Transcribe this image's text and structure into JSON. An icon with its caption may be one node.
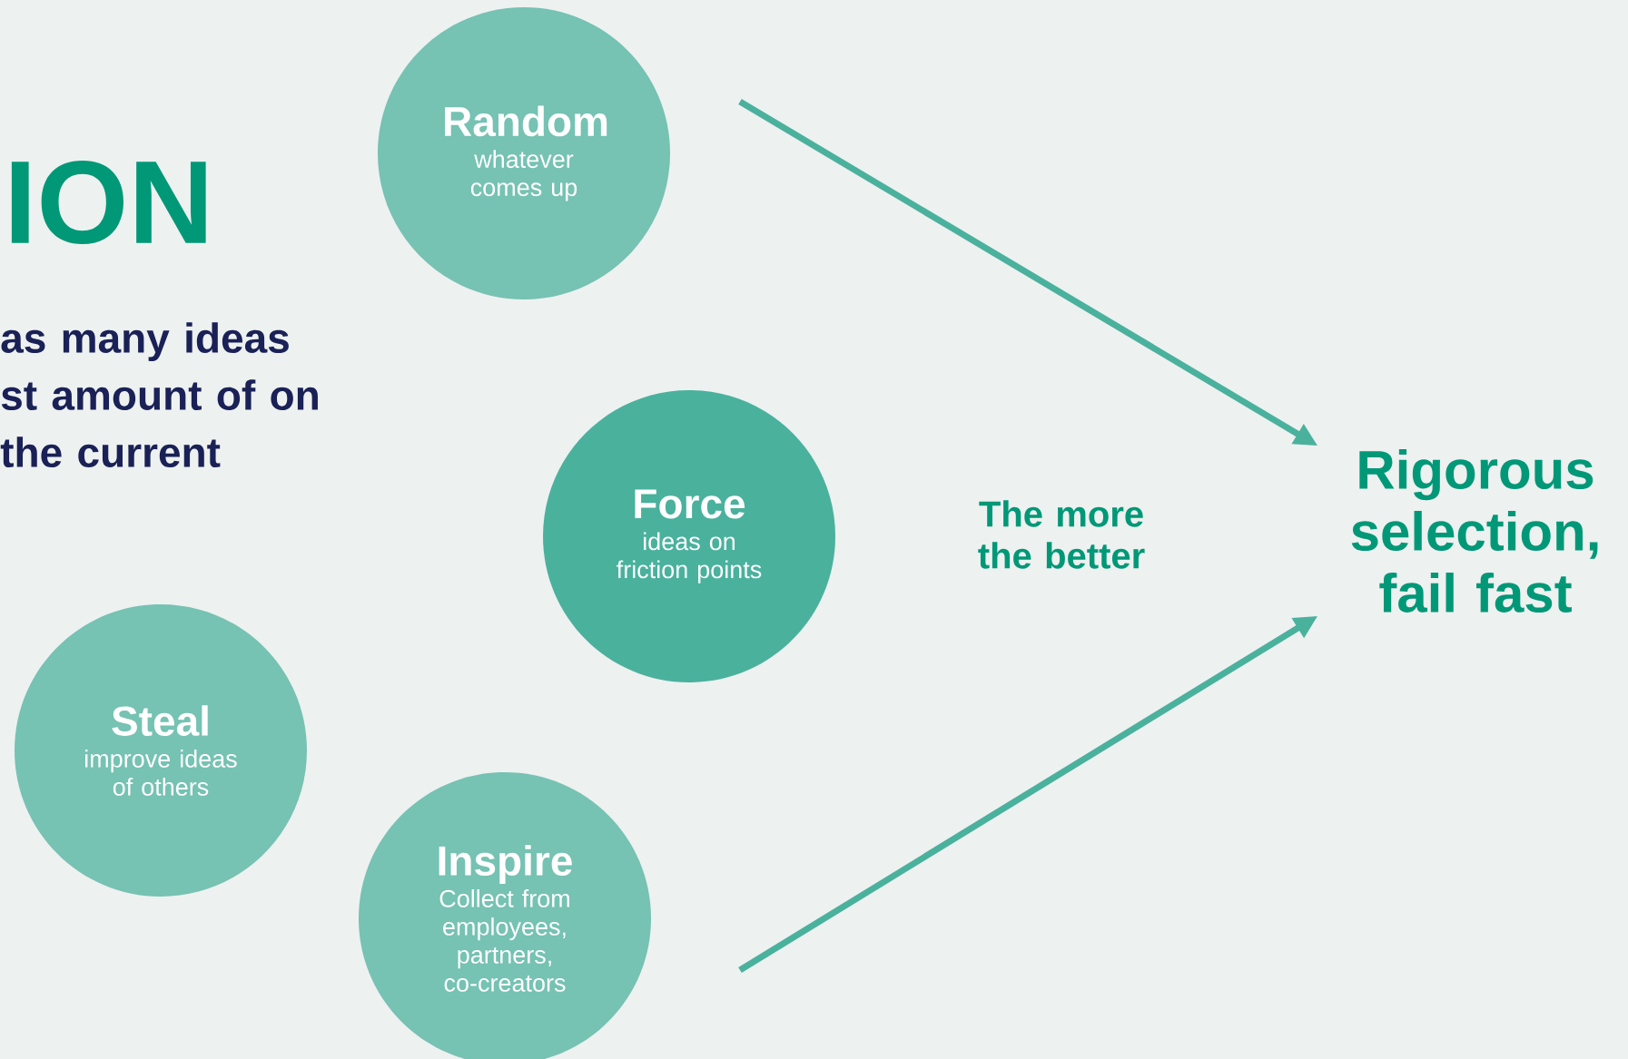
{
  "diagram": {
    "title": "ION",
    "nodes": [
      {
        "text": [
          "Random",
          "whatever comes up"
        ]
      },
      {
        "text": [
          "Force",
          "ideas on friction points"
        ]
      },
      {
        "text": [
          "Steal",
          "improve ideas of others"
        ]
      },
      {
        "text": [
          "Inspire",
          "Collect from employees, partners, co-creators"
        ]
      },
      {
        "text": [
          "Rigorous selection, fail fast"
        ]
      }
    ],
    "edges": [
      {
        "from": null,
        "to": 4,
        "arrow": "to"
      },
      {
        "from": null,
        "to": 4,
        "arrow": "to"
      }
    ],
    "labels": [
      "as many ideas st amount of on the current",
      "The more the better"
    ]
  }
}
